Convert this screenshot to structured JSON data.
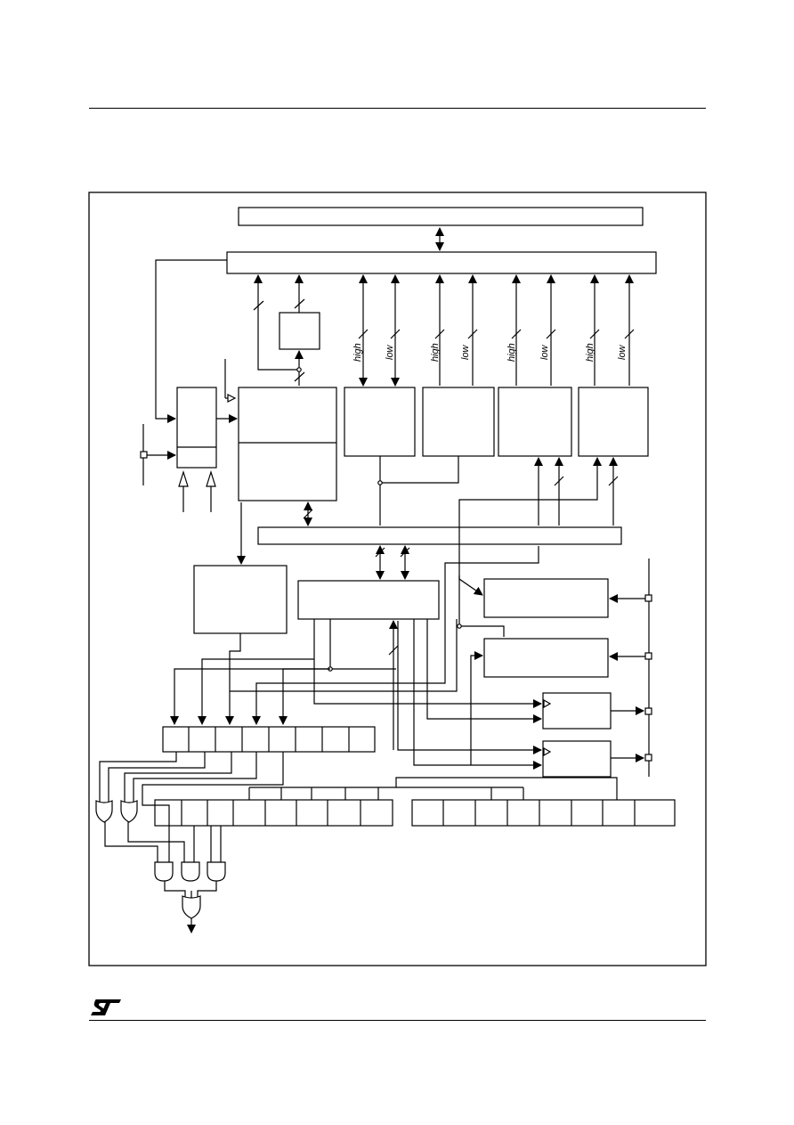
{
  "diagram": {
    "bus_labels": [
      {
        "id": "high-1",
        "text": "high"
      },
      {
        "id": "low-1",
        "text": "low"
      },
      {
        "id": "high-2",
        "text": "high"
      },
      {
        "id": "low-2",
        "text": "low"
      },
      {
        "id": "high-3",
        "text": "high"
      },
      {
        "id": "low-3",
        "text": "low"
      },
      {
        "id": "high-4",
        "text": "high"
      },
      {
        "id": "low-4",
        "text": "low"
      }
    ]
  },
  "footer": {
    "logo": "ST",
    "logo_icon": "st-logo-icon"
  }
}
